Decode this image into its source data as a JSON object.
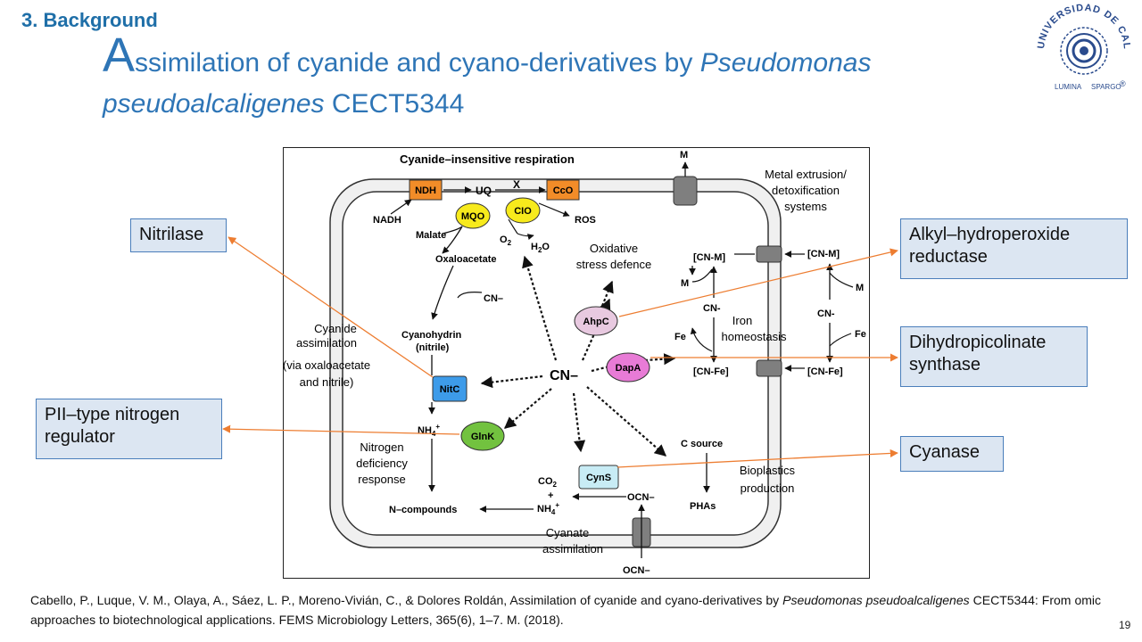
{
  "header": {
    "section": "3. Background",
    "title_initial": "A",
    "title_rest": "ssimilation of cyanide and cyano-derivatives by ",
    "title_italic": "Pseudomonas pseudoalcaligenes",
    "title_strain": " CECT5344"
  },
  "logo": {
    "top_text": "UNIVERSIDAD DE CALDAS",
    "bottom_left": "LUMINA",
    "bottom_right": "SPARGO",
    "registered": "®"
  },
  "callouts": {
    "nitrilase": "Nitrilase",
    "ahpc": "Alkyl–hydroperoxide reductase",
    "dapa": "Dihydropicolinate synthase",
    "glnk": "PII–type nitrogen regulator",
    "cyns": "Cyanase"
  },
  "diagram": {
    "resp_title": "Cyanide–insensitive respiration",
    "ndh": "NDH",
    "uq": "UQ",
    "x": "X",
    "cco": "CcO",
    "mqo": "MQO",
    "cio": "CIO",
    "nadh": "NADH",
    "malate": "Malate",
    "o2": "O",
    "o2_sub": "2",
    "h2o_h": "H",
    "h2o_sub": "2",
    "h2o_o": "O",
    "ros": "ROS",
    "oxaloacetate": "Oxaloacetate",
    "cn_minus": "CN–",
    "cyanohydrin": "Cyanohydrin",
    "nitrile": "(nitrile)",
    "cyanide_assim": [
      "Cyanide",
      "assimilation",
      "(via oxaloacetate",
      "and nitrile)"
    ],
    "nitc": "NitC",
    "glnk": "GlnK",
    "ahpc": "AhpC",
    "dapa": "DapA",
    "cyns": "CynS",
    "nh4": "NH",
    "nh4_sub": "4",
    "nh4_sup": "+",
    "center_cn": "CN–",
    "oxidative": [
      "Oxidative",
      "stress defence"
    ],
    "metal": [
      "Metal extrusion/",
      "detoxification",
      "systems"
    ],
    "m": "M",
    "cn_m": "[CN-M]",
    "cn_sup": "CN-",
    "iron": [
      "Iron",
      "homeostasis"
    ],
    "fe": "Fe",
    "cn_fe": "[CN-Fe]",
    "nitrogen": [
      "Nitrogen",
      "deficiency",
      "response"
    ],
    "n_compounds": "N–compounds",
    "co2": "CO",
    "co2_sub": "2",
    "plus": "+",
    "ocn": "OCN–",
    "c_source": "C source",
    "phas": "PHAs",
    "bioplastics": [
      "Bioplastics",
      "production"
    ],
    "cyanate": [
      "Cyanate",
      "assimilation"
    ]
  },
  "citation": {
    "part1": "Cabello, P., Luque, V. M., Olaya, A., Sáez, L. P., Moreno-Vivián, C., & Dolores Roldán, Assimilation of cyanide and cyano-derivatives by ",
    "italic": "Pseudomonas pseudoalcaligenes",
    "part2": " CECT5344: From omic approaches to biotechnological applications. FEMS Microbiology Letters, 365(6), 1–7. M. (2018)."
  },
  "page_number": "19",
  "colors": {
    "title": "#2e75b6",
    "section": "#1f6fa8",
    "callout_fill": "#dce6f2",
    "callout_border": "#4a7ebb",
    "connector": "#ed7d31",
    "ndh_fill": "#f28c28",
    "yellow_fill": "#f7ea1c",
    "ahpc_fill": "#e8c9e0",
    "dapa_fill": "#e87bd6",
    "nitc_fill": "#3d9be9",
    "glnk_fill": "#72c23f",
    "cyns_fill": "#c8ecf5",
    "membrane_fill": "#f0f0f0",
    "channel_fill": "#7f7f7f"
  }
}
